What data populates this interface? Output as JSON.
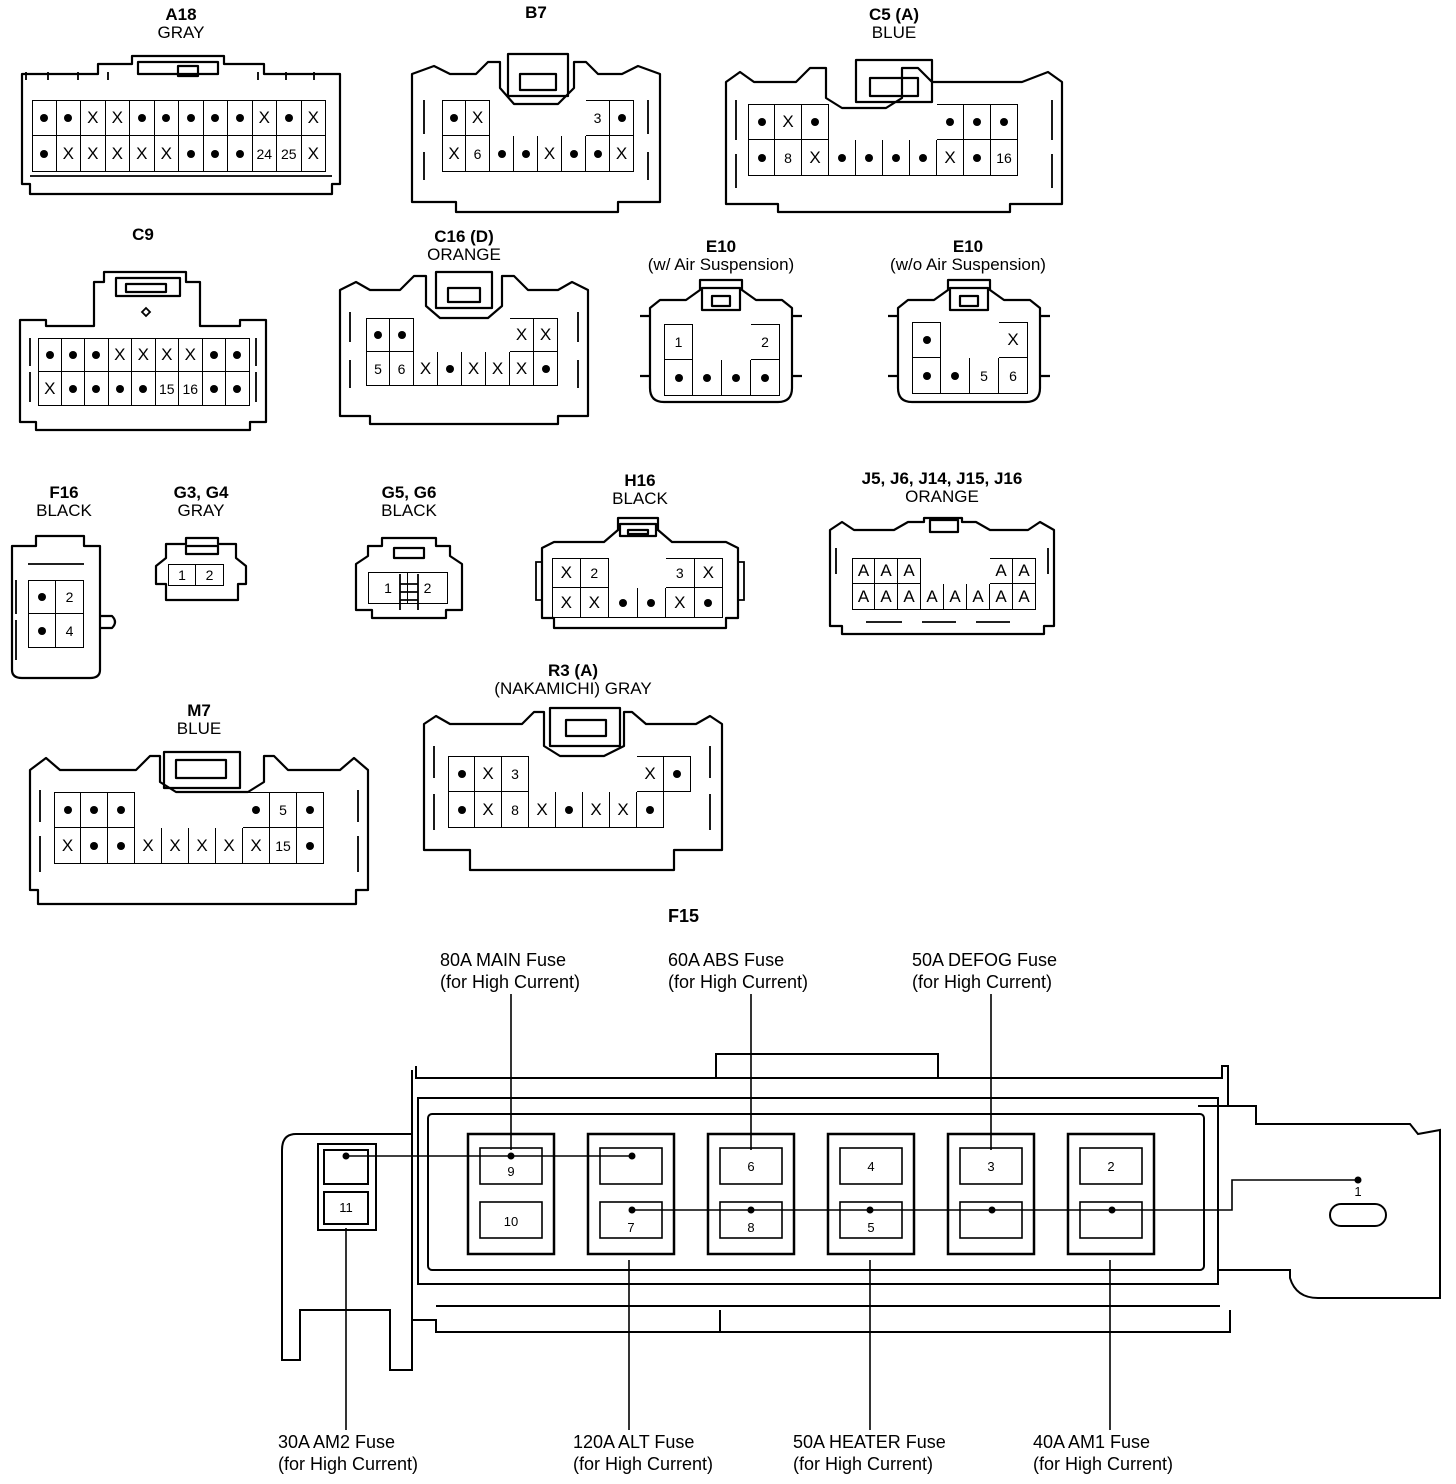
{
  "connectors": [
    {
      "id": "A18",
      "name": "A18",
      "sub": "GRAY",
      "rows": [
        [
          "dot",
          "dot",
          "X",
          "X",
          "dot",
          "dot",
          "dot",
          "dot",
          "dot",
          "X",
          "dot",
          "X"
        ],
        [
          "dot",
          "X",
          "X",
          "X",
          "X",
          "X",
          "dot",
          "dot",
          "dot",
          "24",
          "25",
          "X"
        ]
      ]
    },
    {
      "id": "B7",
      "name": "B7",
      "sub": "",
      "rows": [
        [
          "dot",
          "X",
          "",
          "",
          "",
          "",
          "3",
          "dot"
        ],
        [
          "X",
          "6",
          "dot",
          "dot",
          "X",
          "dot",
          "dot",
          "X"
        ]
      ]
    },
    {
      "id": "C5",
      "name": "C5 (A)",
      "sub": "BLUE",
      "rows": [
        [
          "dot",
          "X",
          "dot",
          "",
          "",
          "",
          "",
          "dot",
          "dot",
          "dot"
        ],
        [
          "dot",
          "8",
          "X",
          "dot",
          "dot",
          "dot",
          "dot",
          "X",
          "dot",
          "16"
        ]
      ]
    },
    {
      "id": "C9",
      "name": "C9",
      "sub": "",
      "rows": [
        [
          "dot",
          "dot",
          "dot",
          "X",
          "X",
          "X",
          "X",
          "dot",
          "dot"
        ],
        [
          "X",
          "dot",
          "dot",
          "dot",
          "dot",
          "15",
          "16",
          "dot",
          "dot"
        ]
      ]
    },
    {
      "id": "C16",
      "name": "C16 (D)",
      "sub": "ORANGE",
      "rows": [
        [
          "dot",
          "dot",
          "",
          "",
          "",
          "",
          "X",
          "X"
        ],
        [
          "5",
          "6",
          "X",
          "dot",
          "X",
          "X",
          "X",
          "dot"
        ]
      ]
    },
    {
      "id": "E10a",
      "name": "E10",
      "sub": "(w/ Air Suspension)",
      "rows": [
        [
          "1",
          "",
          "",
          "2"
        ],
        [
          "dot",
          "dot",
          "dot",
          "dot"
        ]
      ]
    },
    {
      "id": "E10b",
      "name": "E10",
      "sub": "(w/o Air Suspension)",
      "rows": [
        [
          "dot",
          "",
          "",
          "X"
        ],
        [
          "dot",
          "dot",
          "5",
          "6"
        ]
      ]
    },
    {
      "id": "F16",
      "name": "F16",
      "sub": "BLACK",
      "rows": [
        [
          "dot",
          "2"
        ],
        [
          "dot",
          "4"
        ]
      ]
    },
    {
      "id": "G3",
      "name": "G3, G4",
      "sub": "GRAY",
      "rows": [
        [
          "1",
          "2"
        ]
      ]
    },
    {
      "id": "G5",
      "name": "G5, G6",
      "sub": "BLACK",
      "rows": [
        [
          "1",
          "2"
        ]
      ]
    },
    {
      "id": "H16",
      "name": "H16",
      "sub": "BLACK",
      "rows": [
        [
          "X",
          "2",
          "",
          "",
          "3",
          "X"
        ],
        [
          "X",
          "X",
          "dot",
          "dot",
          "X",
          "dot"
        ]
      ]
    },
    {
      "id": "J5",
      "name": "J5, J6, J14, J15, J16",
      "sub": "ORANGE",
      "rows": [
        [
          "A",
          "A",
          "A",
          "",
          "",
          "",
          "A",
          "A"
        ],
        [
          "A",
          "A",
          "A",
          "A",
          "A",
          "A",
          "A",
          "A"
        ]
      ]
    },
    {
      "id": "M7",
      "name": "M7",
      "sub": "BLUE",
      "rows": [
        [
          "dot",
          "dot",
          "dot",
          "",
          "",
          "",
          "",
          "dot",
          "5",
          "dot"
        ],
        [
          "X",
          "dot",
          "dot",
          "X",
          "X",
          "X",
          "X",
          "X",
          "15",
          "dot"
        ]
      ]
    },
    {
      "id": "R3",
      "name": "R3 (A)",
      "sub": "(NAKAMICHI)  GRAY",
      "rows": [
        [
          "dot",
          "X",
          "3",
          "",
          "",
          "",
          "",
          "X",
          "dot"
        ],
        [
          "dot",
          "X",
          "8",
          "X",
          "dot",
          "X",
          "X",
          "dot"
        ]
      ]
    }
  ],
  "fuse_box": {
    "title": "F15",
    "fuses_top": [
      {
        "line1": "80A MAIN Fuse",
        "line2": "(for High Current)"
      },
      {
        "line1": "60A ABS Fuse",
        "line2": "(for High Current)"
      },
      {
        "line1": "50A DEFOG Fuse",
        "line2": "(for High Current)"
      }
    ],
    "fuses_bottom": [
      {
        "line1": "30A AM2 Fuse",
        "line2": "(for High Current)"
      },
      {
        "line1": "120A ALT Fuse",
        "line2": "(for High Current)"
      },
      {
        "line1": "50A HEATER Fuse",
        "line2": "(for High Current)"
      },
      {
        "line1": "40A AM1 Fuse",
        "line2": "(for High Current)"
      }
    ],
    "terminals": [
      "1",
      "2",
      "3",
      "4",
      "5",
      "6",
      "7",
      "8",
      "9",
      "10",
      "11"
    ]
  }
}
